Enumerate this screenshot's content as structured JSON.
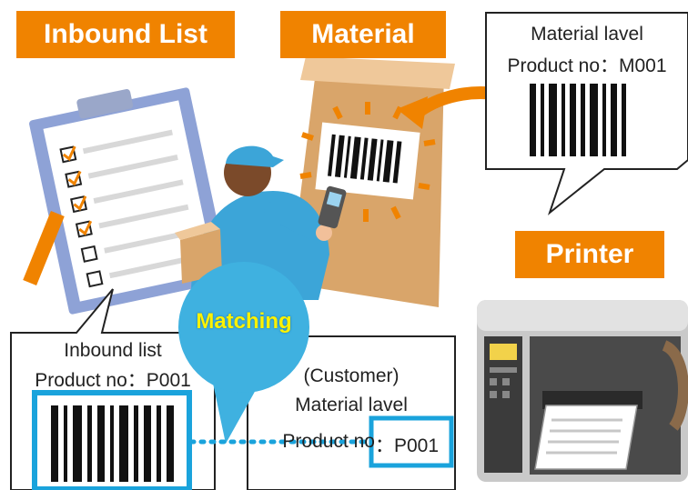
{
  "labels": {
    "inbound_list": "Inbound List",
    "material": "Material",
    "printer": "Printer",
    "matching": "Matching"
  },
  "material_callout": {
    "line1": "Material lavel",
    "line2": "Product no：M001"
  },
  "inbound_callout": {
    "line1": "Inbound list",
    "line2": "Product no：P001"
  },
  "customer_callout": {
    "line1": "(Customer)",
    "line2": "Material lavel",
    "line3_prefix": "Product no",
    "line3_value": "：P001"
  },
  "colors": {
    "accent_orange": "#f08300",
    "highlight_blue": "#1aa3dc",
    "matching_bubble": "#3fb1e0",
    "matching_text": "#fff200",
    "worker_blue": "#3ca5d8",
    "clipboard": "#8ea2d6"
  },
  "icons": [
    "clipboard-icon",
    "barcode-icon",
    "worker-icon",
    "scanner-icon",
    "box-icon",
    "printer-icon",
    "arrow-icon",
    "check-icon"
  ]
}
